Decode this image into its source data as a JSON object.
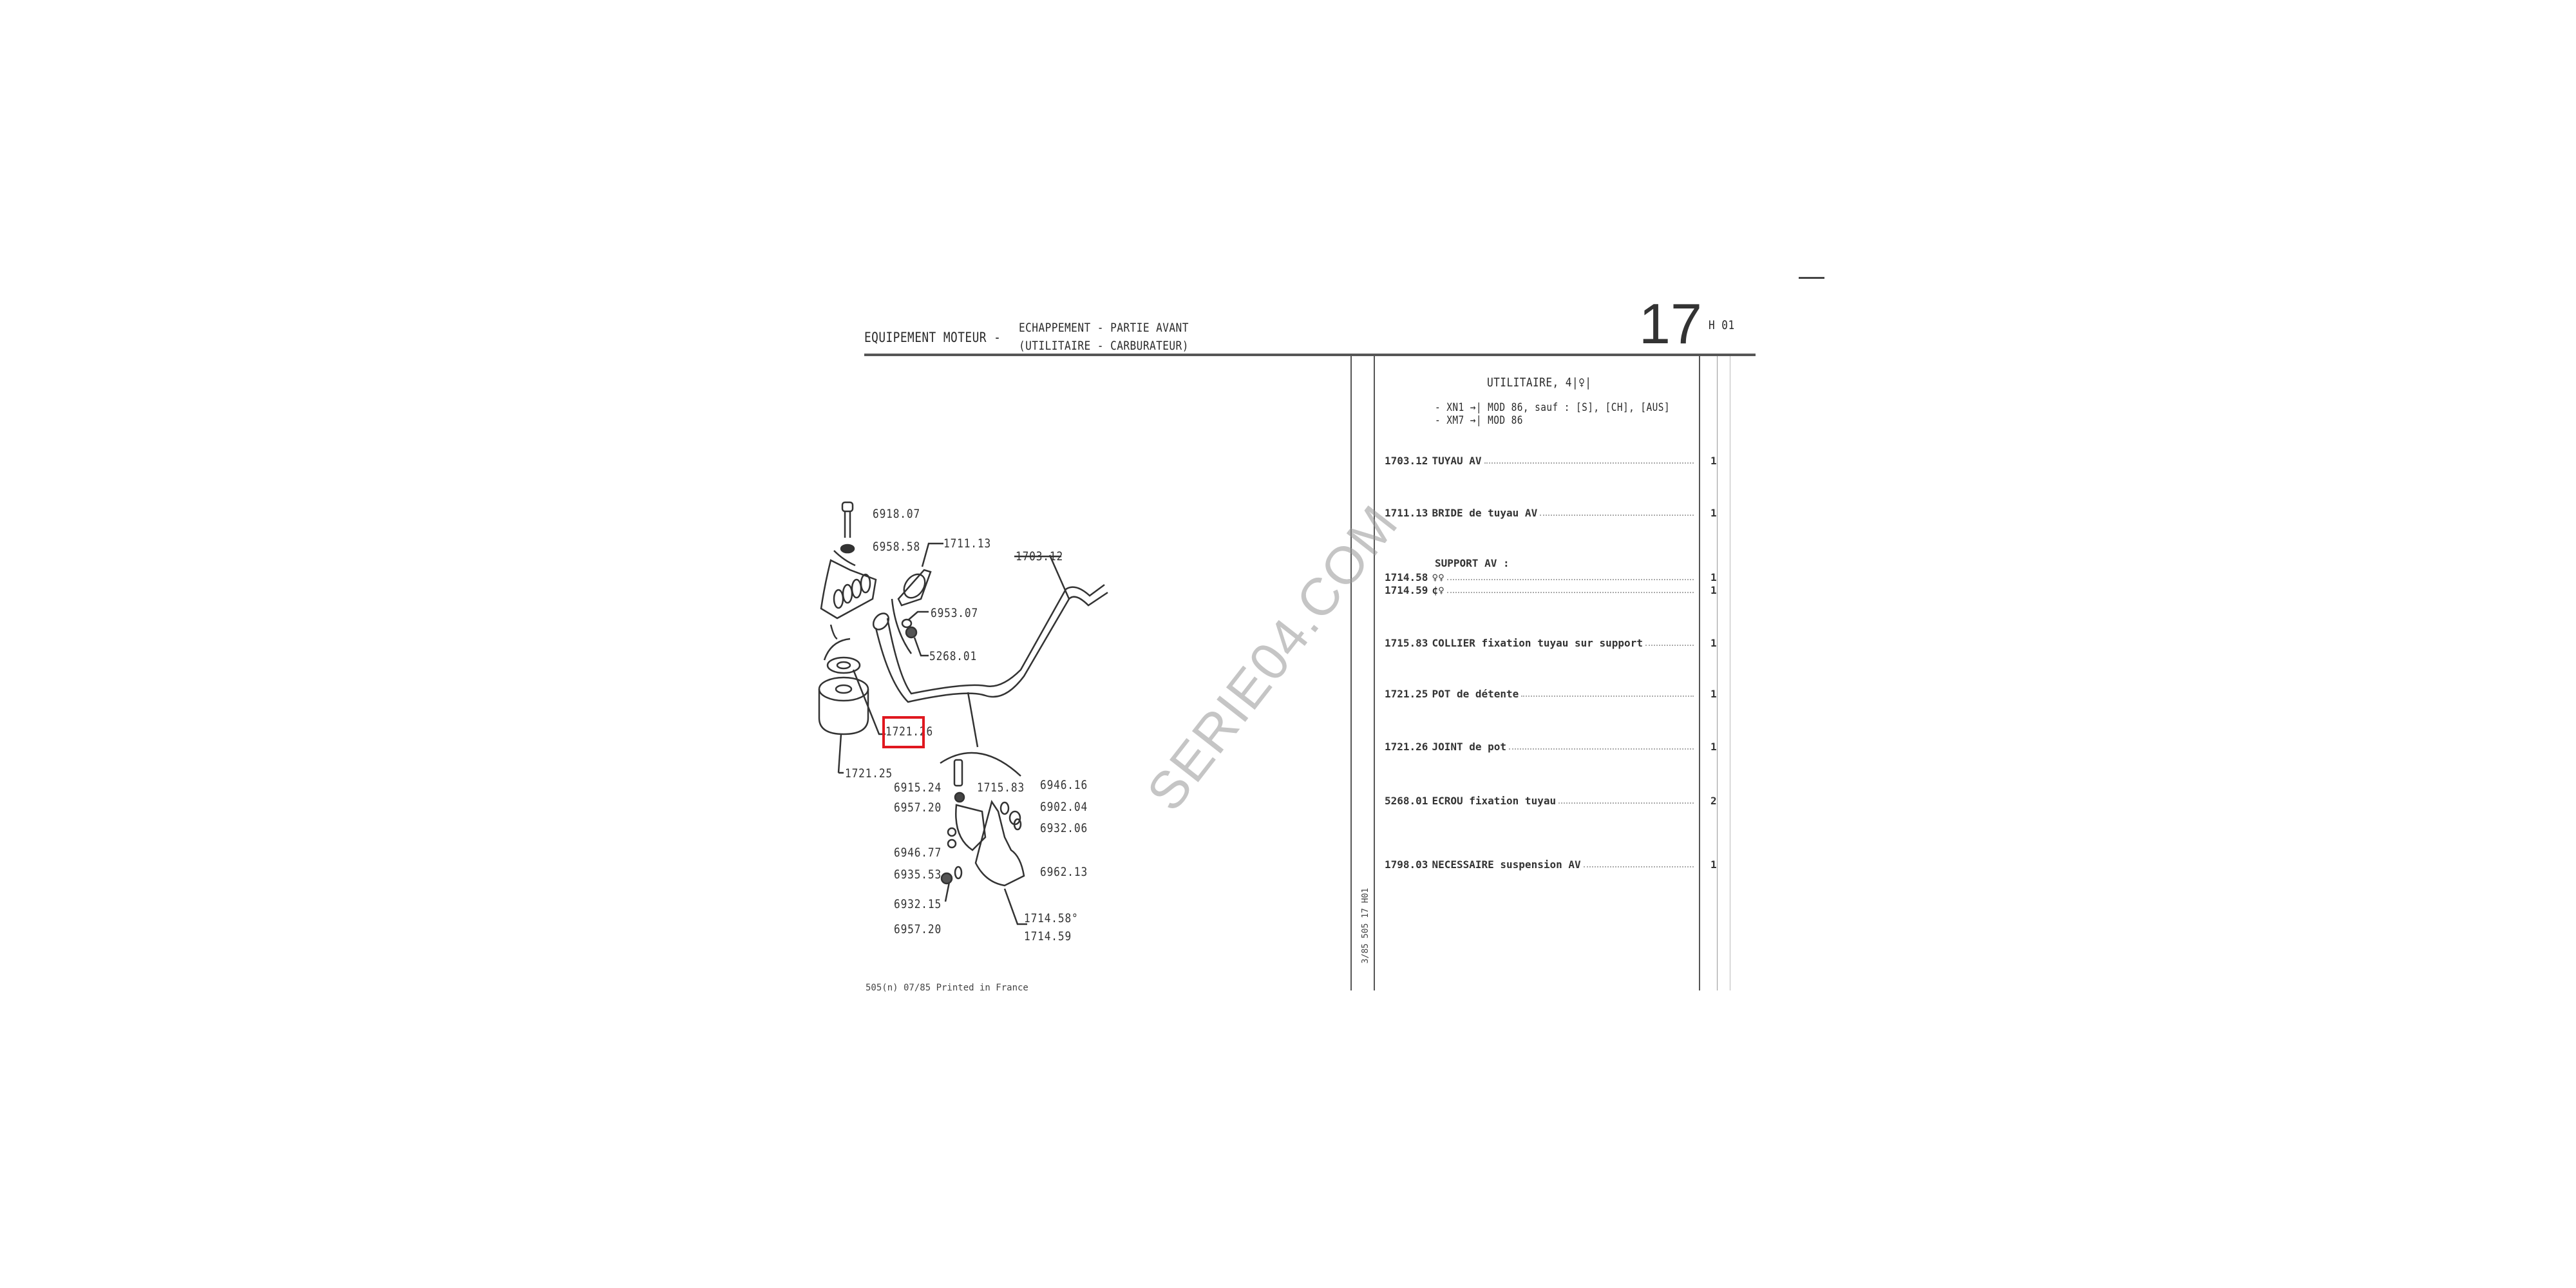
{
  "header": {
    "title": "EQUIPEMENT MOTEUR -",
    "subtitle_line1": "ECHAPPEMENT - PARTIE AVANT",
    "subtitle_line2": "(UTILITAIRE - CARBURATEUR)",
    "group_number": "17",
    "page_code": "H 01"
  },
  "applicability": {
    "title": "UTILITAIRE, 4|♀|",
    "line1": "- XN1 →| MOD 86, sauf : [S], [CH], [AUS]",
    "line2": "- XM7 →| MOD 86"
  },
  "parts_list": [
    {
      "code": "1703.12",
      "desc": "TUYAU AV",
      "qty": "1"
    },
    {
      "code": "1711.13",
      "desc": "BRIDE de tuyau AV",
      "qty": "1"
    },
    {
      "code": "",
      "desc": "SUPPORT AV :",
      "qty": ""
    },
    {
      "code": "1714.58",
      "desc": "♀♀",
      "qty": "1"
    },
    {
      "code": "1714.59",
      "desc": "¢♀",
      "qty": "1"
    },
    {
      "code": "1715.83",
      "desc": "COLLIER fixation tuyau sur support",
      "qty": "1"
    },
    {
      "code": "1721.25",
      "desc": "POT de détente",
      "qty": "1"
    },
    {
      "code": "1721.26",
      "desc": "JOINT de pot",
      "qty": "1"
    },
    {
      "code": "5268.01",
      "desc": "ECROU fixation tuyau",
      "qty": "2"
    },
    {
      "code": "1798.03",
      "desc": "NECESSAIRE suspension AV",
      "qty": "1"
    }
  ],
  "diagram_labels": {
    "l6918_07": "6918.07",
    "l6958_58": "6958.58",
    "l1711_13": "1711.13",
    "l1703_12": "1703.12",
    "l6953_07": "6953.07",
    "l5268_01": "5268.01",
    "l1721_26": "1721.26",
    "l1721_25": "1721.25",
    "l6915_24": "6915.24",
    "l1715_83": "1715.83",
    "l6946_16": "6946.16",
    "l6957_20a": "6957.20",
    "l6902_04": "6902.04",
    "l6932_06": "6932.06",
    "l6946_77": "6946.77",
    "l6962_13": "6962.13",
    "l6935_53": "6935.53",
    "l6932_15": "6932.15",
    "l1714_58": "1714.58°",
    "l6957_20b": "6957.20",
    "l1714_59": "1714.59"
  },
  "highlighted_part": "1721.26",
  "highlight_color": "#e0181f",
  "watermark": "SERIE04.COM",
  "vertical_code": "3/85 505 17 H01",
  "footer": "505(n) 07/85 Printed in France"
}
